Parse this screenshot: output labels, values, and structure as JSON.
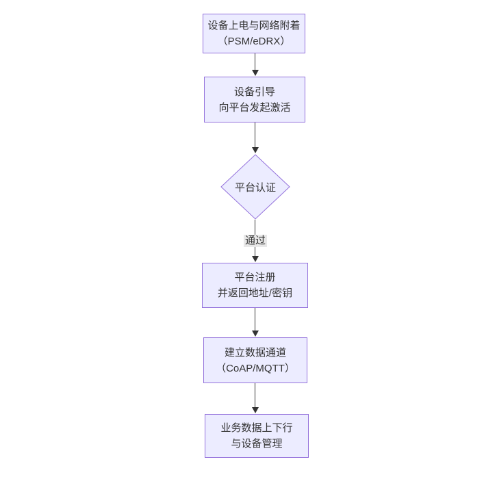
{
  "diagram": {
    "kind": "flowchart",
    "direction": "top-down",
    "colors": {
      "node_fill": "#ECECFF",
      "node_border": "#9370DB",
      "arrow_color": "#333333",
      "edge_label_bg": "#e8e8e8",
      "text_color": "#333333",
      "background": "#ffffff"
    },
    "nodes": [
      {
        "id": "A",
        "shape": "rectangle",
        "lines": [
          "设备上电与网络附着",
          "（PSM/eDRX）"
        ]
      },
      {
        "id": "B",
        "shape": "rectangle",
        "lines": [
          "设备引导",
          "向平台发起激活"
        ]
      },
      {
        "id": "C",
        "shape": "diamond",
        "lines": [
          "平台认证"
        ]
      },
      {
        "id": "D",
        "shape": "rectangle",
        "lines": [
          "平台注册",
          "并返回地址/密钥"
        ]
      },
      {
        "id": "E",
        "shape": "rectangle",
        "lines": [
          "建立数据通道",
          "（CoAP/MQTT）"
        ]
      },
      {
        "id": "F",
        "shape": "rectangle",
        "lines": [
          "业务数据上下行",
          "与设备管理"
        ]
      }
    ],
    "edges": [
      {
        "from": "A",
        "to": "B",
        "label": ""
      },
      {
        "from": "B",
        "to": "C",
        "label": ""
      },
      {
        "from": "C",
        "to": "D",
        "label": "通过"
      },
      {
        "from": "D",
        "to": "E",
        "label": ""
      },
      {
        "from": "E",
        "to": "F",
        "label": ""
      }
    ]
  }
}
